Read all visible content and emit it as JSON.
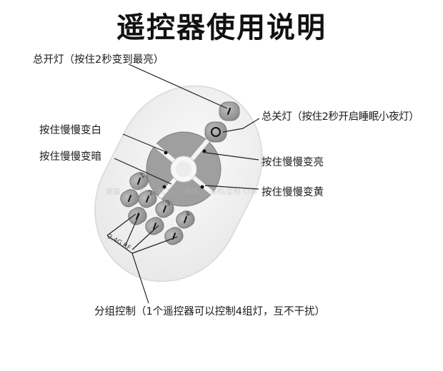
{
  "title": "遥控器使用说明",
  "annotations": {
    "master_switch": "总开灯（按住2秒变到最亮）",
    "off_night": "总关灯（按住2秒开启睡眠小夜灯）",
    "white": "按住慢慢变白",
    "dim": "按住慢慢变暗",
    "bright": "按住慢慢变亮",
    "yellow": "按住慢慢变黄",
    "group": "分组控制（1个遥控器可以控制4组灯，互不干扰）"
  },
  "remote": {
    "group_buttons": [
      "1",
      "2",
      "3",
      "4"
    ],
    "brand_mark": "2.4G RF",
    "watermark": "美国 … 广东 … 代工 … 市场 … 采购/定制 订购"
  },
  "colors": {
    "remote_body": "#f2f2f2",
    "button_gray": "#9c9c9c",
    "dpad_gray": "#a9a9a9",
    "line": "#222222"
  }
}
